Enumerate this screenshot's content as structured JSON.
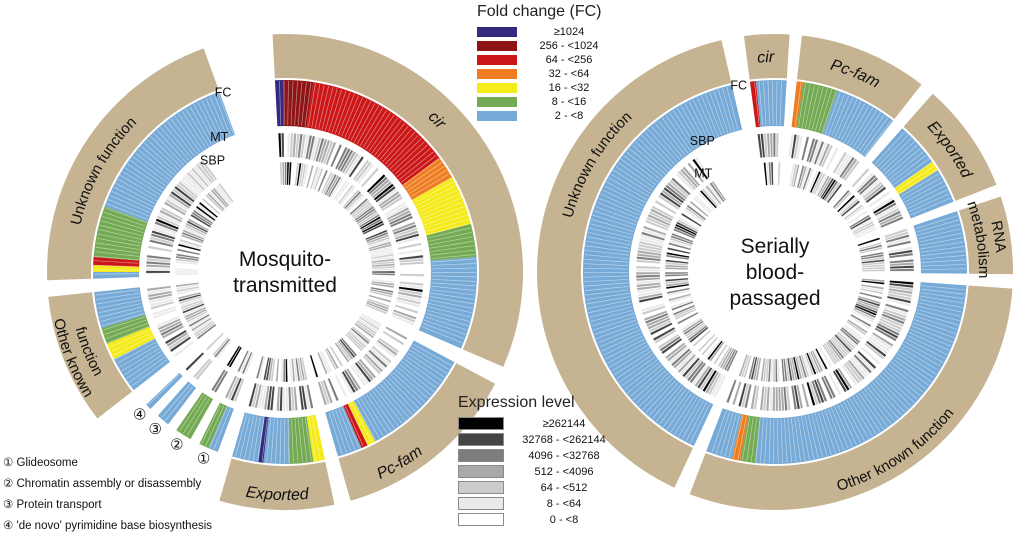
{
  "figure": {
    "fc_legend": {
      "title": "Fold change (FC)",
      "items": [
        {
          "label": "≥1024",
          "color": "#33297f"
        },
        {
          "label": "256 - <1024",
          "color": "#8f1416"
        },
        {
          "label": "64 - <256",
          "color": "#cc1719"
        },
        {
          "label": "32 - <64",
          "color": "#ee7d21"
        },
        {
          "label": "16 - <32",
          "color": "#f6eb1a"
        },
        {
          "label": "8 - <16",
          "color": "#74aa53"
        },
        {
          "label": "2 - <8",
          "color": "#77aad6"
        }
      ]
    },
    "expr_legend": {
      "title": "Expression level",
      "items": [
        {
          "label": "≥262144",
          "color": "#000000"
        },
        {
          "label": "32768 - <262144",
          "color": "#454545"
        },
        {
          "label": "4096 - <32768",
          "color": "#7d7d7d"
        },
        {
          "label": "512 - <4096",
          "color": "#a9a9a9"
        },
        {
          "label": "64 - <512",
          "color": "#cbcbcb"
        },
        {
          "label": "8 - <64",
          "color": "#eaeaea"
        },
        {
          "label": "0 - <8",
          "color": "#ffffff"
        }
      ]
    },
    "footnotes": [
      "① Glideosome",
      "② Chromatin assembly or disassembly",
      "③ Protein transport",
      "④ 'de novo' pyrimidine base biosynthesis"
    ]
  },
  "colors": {
    "purple": "#33297f",
    "darkred": "#8f1416",
    "red": "#cc1719",
    "orange": "#ee7d21",
    "yellow": "#f6eb1a",
    "green": "#74aa53",
    "blue": "#77aad6",
    "tan": "#c6b392"
  },
  "gray_palette": [
    "#000000",
    "#454545",
    "#7d7d7d",
    "#a9a9a9",
    "#cbcbcb",
    "#eaeaea",
    "#ffffff"
  ],
  "chart_data": [
    {
      "type": "circos",
      "id": "mosquito",
      "title_lines": [
        "Mosquito-",
        "transmitted"
      ],
      "center": [
        285,
        272
      ],
      "seed": 7,
      "ring_labels": [
        {
          "text": "FC",
          "angle": 341,
          "r": 190
        },
        {
          "text": "MT",
          "angle": 334,
          "r": 150
        },
        {
          "text": "SBP",
          "angle": 327,
          "r": 133
        }
      ],
      "groups": [
        {
          "name": "cir",
          "label": "cir",
          "italic": true,
          "label_mid": 45,
          "start": 357,
          "segments": [
            [
              "purple",
              2.5
            ],
            [
              "darkred",
              9
            ],
            [
              "red",
              45
            ],
            [
              "orange",
              7
            ],
            [
              "yellow",
              15
            ],
            [
              "green",
              10
            ],
            [
              "blue",
              28
            ]
          ]
        },
        {
          "name": "pc-fam",
          "label": "Pc-fam",
          "italic": true,
          "label_mid": 149,
          "flip": true,
          "start": 118,
          "segments": [
            [
              "blue",
              34
            ],
            [
              "yellow",
              2.5
            ],
            [
              "red",
              2
            ],
            [
              "blue",
              7.5
            ]
          ]
        },
        {
          "name": "exported",
          "label": "Exported",
          "italic": true,
          "label_mid": 182,
          "flip": true,
          "start": 168,
          "segments": [
            [
              "yellow",
              3.5
            ],
            [
              "green",
              7
            ],
            [
              "blue",
              8
            ],
            [
              "purple",
              1.5
            ],
            [
              "blue",
              8
            ]
          ]
        },
        {
          "name": "glideosome",
          "badge": "①",
          "tan": false,
          "start": 200.5,
          "segments": [
            [
              "blue",
              3
            ],
            [
              "green",
              3
            ]
          ]
        },
        {
          "name": "chromatin-assembly",
          "badge": "②",
          "tan": false,
          "start": 209.5,
          "segments": [
            [
              "green",
              5
            ]
          ]
        },
        {
          "name": "protein-transport",
          "badge": "③",
          "tan": false,
          "start": 217.5,
          "segments": [
            [
              "blue",
              4
            ]
          ]
        },
        {
          "name": "pyrimidine-biosynthesis",
          "badge": "④",
          "tan": false,
          "start": 224.5,
          "segments": [
            [
              "blue",
              1.8
            ]
          ]
        },
        {
          "name": "other-known-function",
          "label_lines": [
            "Other known",
            "function"
          ],
          "label_mid": 248,
          "flip": true,
          "start": 232,
          "segments": [
            [
              "blue",
              11
            ],
            [
              "yellow",
              5
            ],
            [
              "green",
              5
            ],
            [
              "blue",
              11
            ]
          ]
        },
        {
          "name": "unknown-function",
          "label": "Unknown function",
          "label_mid": 299,
          "start": 268,
          "gray_end": 324,
          "segments": [
            [
              "blue",
              2
            ],
            [
              "yellow",
              2
            ],
            [
              "red",
              2.5
            ],
            [
              "green",
              15.5
            ],
            [
              "blue",
              50
            ]
          ]
        }
      ]
    },
    {
      "type": "circos",
      "id": "serial",
      "title_lines": [
        "Serially",
        "blood-",
        "passaged"
      ],
      "center": [
        775,
        272
      ],
      "seed": 23,
      "ring_labels": [
        {
          "text": "FC",
          "angle": 349,
          "r": 190
        },
        {
          "text": "SBP",
          "angle": 331,
          "r": 150
        },
        {
          "text": "MT",
          "angle": 324,
          "r": 122
        }
      ],
      "groups": [
        {
          "name": "cir",
          "label": "cir",
          "italic": true,
          "label_mid": 357.5,
          "start": 352.5,
          "segments": [
            [
              "red",
              1.8
            ],
            [
              "blue",
              9.2
            ]
          ]
        },
        {
          "name": "pc-fam",
          "label": "Pc-fam",
          "italic": true,
          "label_mid": 22,
          "start": 6.5,
          "segments": [
            [
              "orange",
              2
            ],
            [
              "green",
              10.5
            ],
            [
              "blue",
              19
            ]
          ]
        },
        {
          "name": "exported",
          "label": "Exported",
          "italic": true,
          "label_mid": 55,
          "start": 41.5,
          "segments": [
            [
              "blue",
              13.5
            ],
            [
              "yellow",
              3
            ],
            [
              "blue",
              10.5
            ]
          ]
        },
        {
          "name": "rna-metabolism",
          "label_lines": [
            "RNA",
            "metabolism"
          ],
          "label_mid": 81,
          "start": 71.5,
          "segments": [
            [
              "blue",
              19
            ]
          ]
        },
        {
          "name": "other-known-function",
          "label": "Other known function",
          "label_mid": 146,
          "flip": true,
          "start": 94,
          "segments": [
            [
              "blue",
              92
            ],
            [
              "green",
              4.5
            ],
            [
              "orange",
              2.5
            ],
            [
              "blue",
              8
            ]
          ]
        },
        {
          "name": "unknown-function",
          "label": "Unknown function",
          "label_mid": 301,
          "start": 205,
          "gray_end": 326,
          "segments": [
            [
              "blue",
              142
            ]
          ]
        }
      ]
    }
  ]
}
